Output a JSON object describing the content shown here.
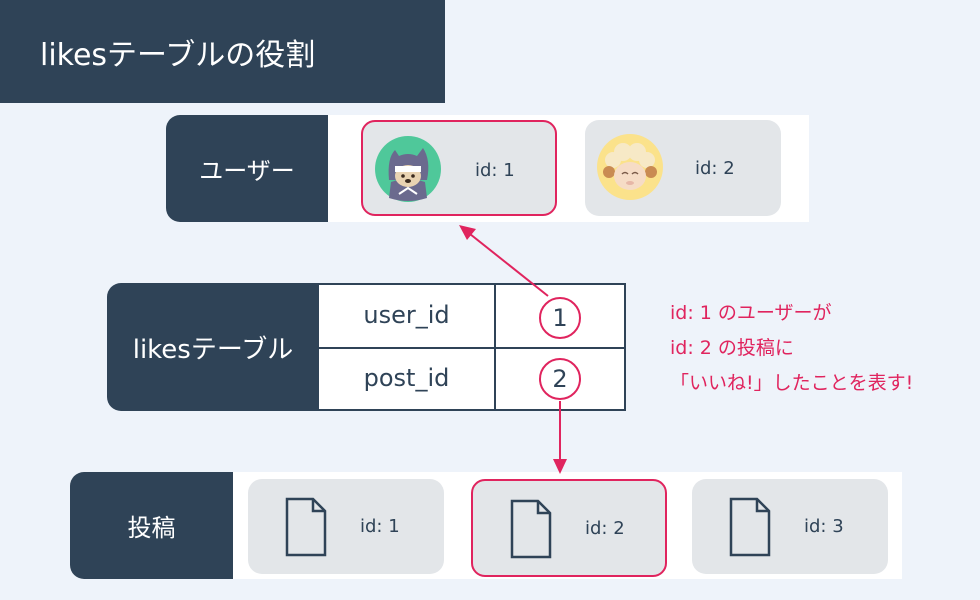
{
  "title": "likesテーブルの役割",
  "users": {
    "label": "ユーザー",
    "items": [
      {
        "text": "id: 1",
        "highlighted": true,
        "avatar": "ninja-bear-avatar-icon"
      },
      {
        "text": "id: 2",
        "highlighted": false,
        "avatar": "sheep-avatar-icon"
      }
    ]
  },
  "likes": {
    "label": "likesテーブル",
    "fields": [
      {
        "name": "user_id",
        "value": "1"
      },
      {
        "name": "post_id",
        "value": "2"
      }
    ]
  },
  "note": {
    "lines": [
      "id: 1 のユーザーが",
      "id: 2 の投稿に",
      "「いいね!」したことを表す!"
    ]
  },
  "posts": {
    "label": "投稿",
    "items": [
      {
        "text": "id: 1",
        "highlighted": false,
        "icon": "document-icon"
      },
      {
        "text": "id: 2",
        "highlighted": true,
        "icon": "document-icon"
      },
      {
        "text": "id: 3",
        "highlighted": false,
        "icon": "document-icon"
      }
    ]
  },
  "colors": {
    "navy": "#2f4357",
    "accent": "#e0245e",
    "card": "#e3e6e9",
    "background": "#eef3fa"
  }
}
